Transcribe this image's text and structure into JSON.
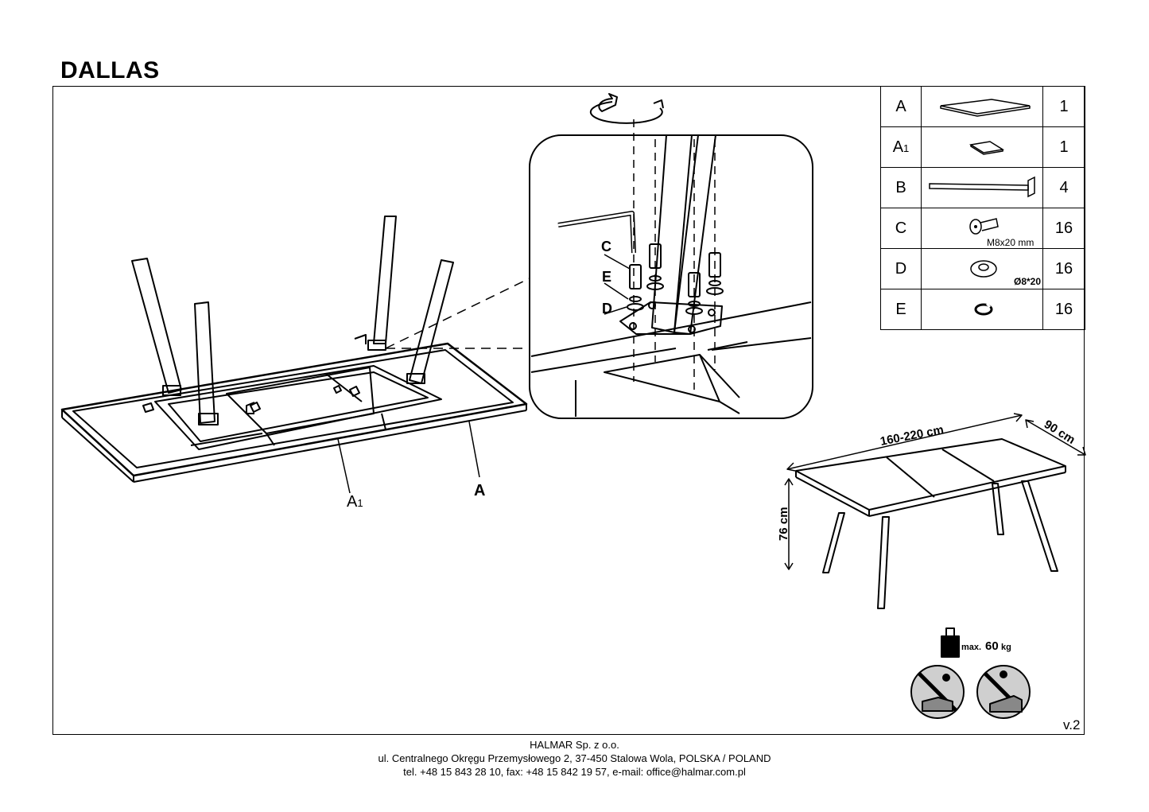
{
  "document": {
    "title": "DALLAS",
    "version": "v.2"
  },
  "parts_table": [
    {
      "letter": "A",
      "subscript": "",
      "qty": "1",
      "icon": "table-top-icon",
      "spec": ""
    },
    {
      "letter": "A",
      "subscript": "1",
      "qty": "1",
      "icon": "extension-leaf-icon",
      "spec": ""
    },
    {
      "letter": "B",
      "subscript": "",
      "qty": "4",
      "icon": "leg-icon",
      "spec": ""
    },
    {
      "letter": "C",
      "subscript": "",
      "qty": "16",
      "icon": "bolt-icon",
      "spec": "M8x20 mm"
    },
    {
      "letter": "D",
      "subscript": "",
      "qty": "16",
      "icon": "washer-icon",
      "spec": "Ø8*20"
    },
    {
      "letter": "E",
      "subscript": "",
      "qty": "16",
      "icon": "spring-washer-icon",
      "spec": ""
    }
  ],
  "assembly_labels": {
    "a1_main": "A",
    "a1_sub": "1",
    "a": "A",
    "detail_c": "C",
    "detail_e": "E",
    "detail_d": "D"
  },
  "dimensions": {
    "length": "160-220 cm",
    "width": "90 cm",
    "height": "76 cm"
  },
  "warnings": {
    "max_load_prefix": "max.",
    "max_load_value": "60",
    "max_load_unit": "kg"
  },
  "footer": {
    "company": "HALMAR Sp. z o.o.",
    "address": "ul. Centralnego Okręgu Przemysłowego 2, 37-450 Stalowa Wola, POLSKA / POLAND",
    "contact": "tel. +48 15 843 28 10, fax: +48 15 842 19 57, e-mail: office@halmar.com.pl"
  }
}
